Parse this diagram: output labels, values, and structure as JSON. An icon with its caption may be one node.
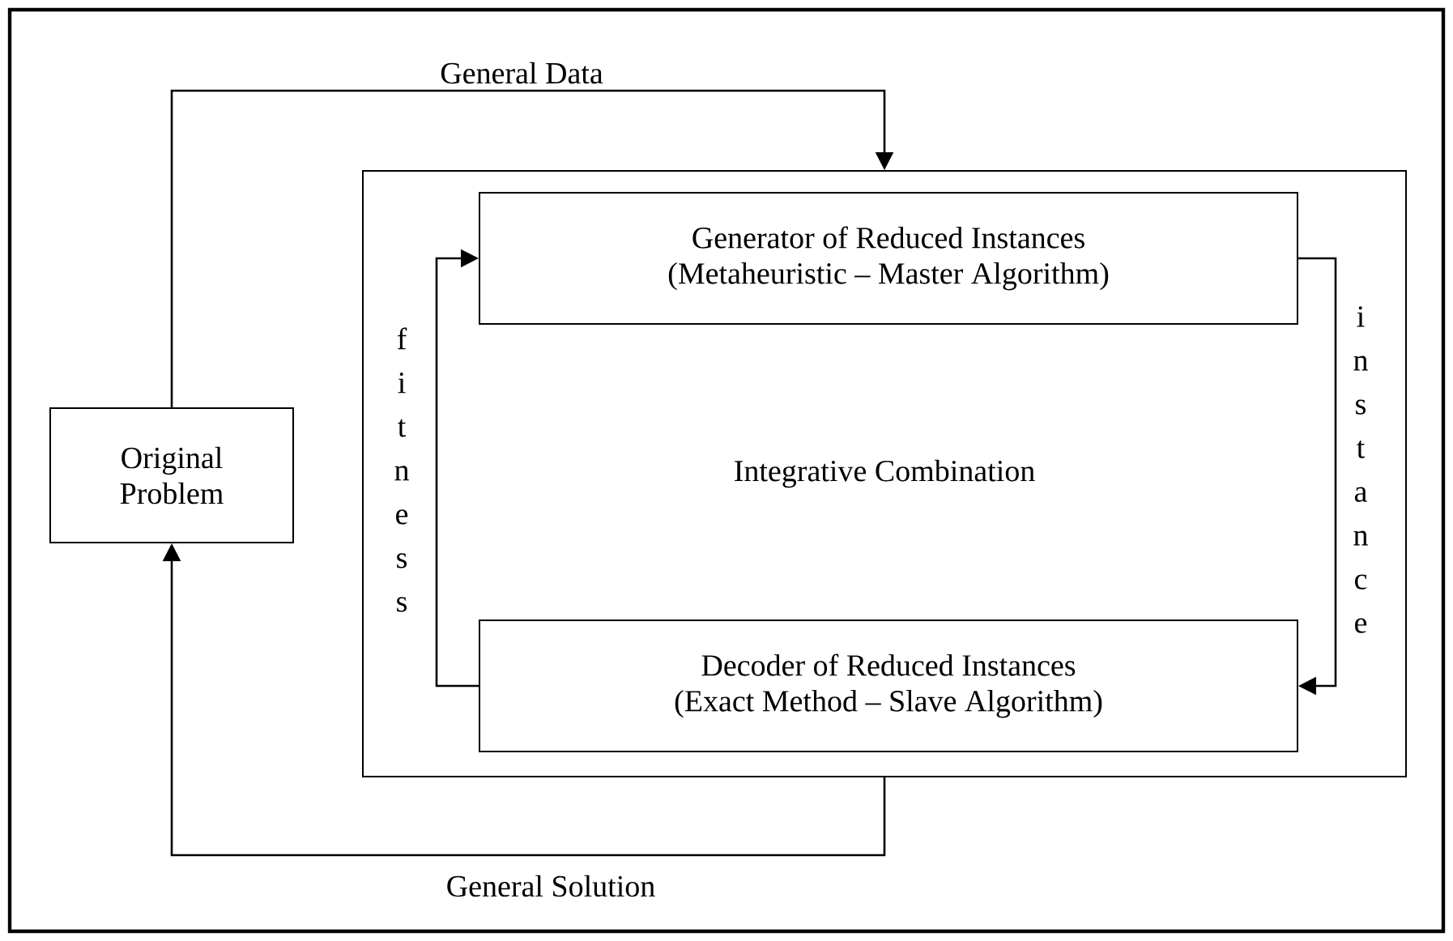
{
  "diagram": {
    "nodes": [
      {
        "text": [
          "Original Problem"
        ]
      },
      {
        "text": [
          "Integrative Combination"
        ]
      },
      {
        "text": [
          "Generator of Reduced Instances",
          "(Metaheuristic – Master Algorithm)"
        ],
        "in": 1
      },
      {
        "text": [
          "Decoder of Reduced Instances",
          "(Exact Method – Slave Algorithm)"
        ],
        "in": 1
      }
    ],
    "edges": [
      {
        "from": 0,
        "to": 1,
        "arrow": "to",
        "label": "General Data"
      },
      {
        "from": 1,
        "to": 0,
        "arrow": "to",
        "label": "General Solution"
      },
      {
        "from": 3,
        "to": 2,
        "arrow": "to",
        "label": "fitness"
      },
      {
        "from": 2,
        "to": 3,
        "arrow": "to",
        "label": "instance"
      }
    ]
  }
}
